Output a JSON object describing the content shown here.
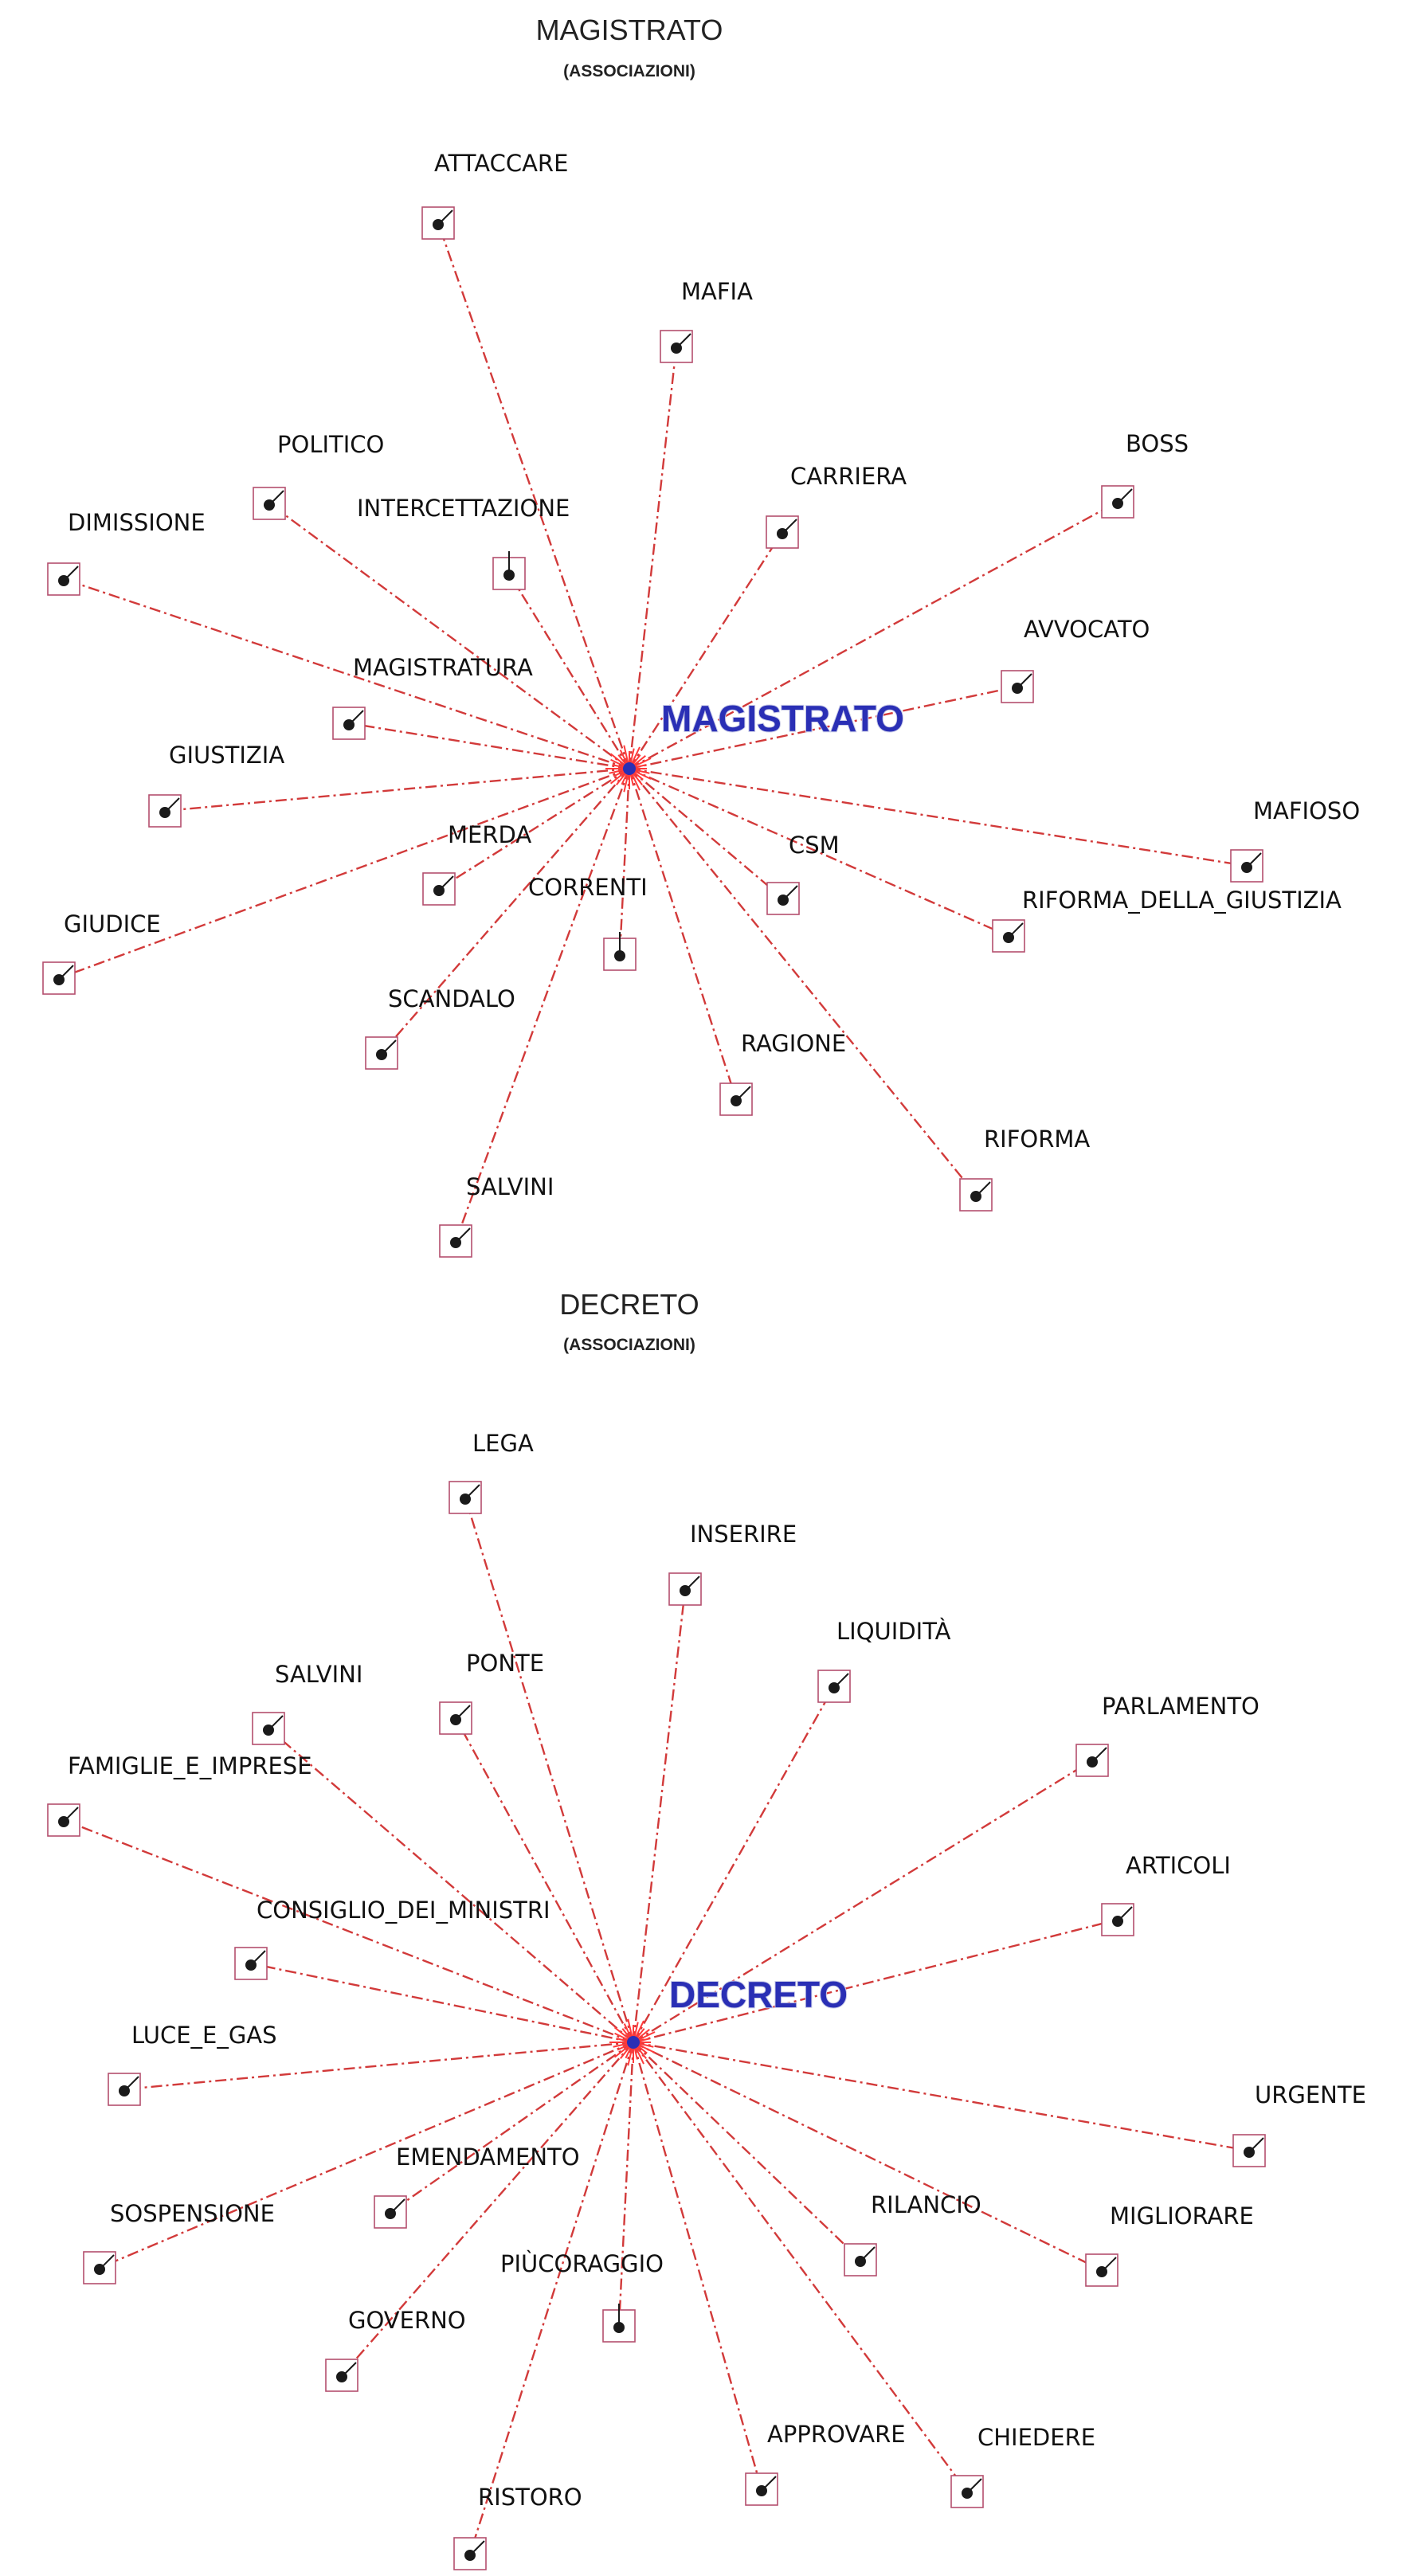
{
  "diagrams": [
    {
      "title": "MAGISTRATO",
      "subtitle": "(ASSOCIAZIONI)",
      "center_label": "MAGISTRATO",
      "nodes": [
        {
          "label": "ATTACCARE"
        },
        {
          "label": "MAFIA"
        },
        {
          "label": "POLITICO"
        },
        {
          "label": "BOSS"
        },
        {
          "label": "CARRIERA"
        },
        {
          "label": "INTERCETTAZIONE"
        },
        {
          "label": "DIMISSIONE"
        },
        {
          "label": "AVVOCATO"
        },
        {
          "label": "MAGISTRATURA"
        },
        {
          "label": "GIUSTIZIA"
        },
        {
          "label": "MAFIOSO"
        },
        {
          "label": "MERDA"
        },
        {
          "label": "CSM"
        },
        {
          "label": "CORRENTI"
        },
        {
          "label": "RIFORMA_DELLA_GIUSTIZIA"
        },
        {
          "label": "GIUDICE"
        },
        {
          "label": "SCANDALO"
        },
        {
          "label": "RAGIONE"
        },
        {
          "label": "RIFORMA"
        },
        {
          "label": "SALVINI"
        }
      ]
    },
    {
      "title": "DECRETO",
      "subtitle": "(ASSOCIAZIONI)",
      "center_label": "DECRETO",
      "nodes": [
        {
          "label": "LEGA"
        },
        {
          "label": "INSERIRE"
        },
        {
          "label": "LIQUIDITÀ"
        },
        {
          "label": "SALVINI"
        },
        {
          "label": "PONTE"
        },
        {
          "label": "PARLAMENTO"
        },
        {
          "label": "FAMIGLIE_E_IMPRESE"
        },
        {
          "label": "ARTICOLI"
        },
        {
          "label": "CONSIGLIO_DEI_MINISTRI"
        },
        {
          "label": "LUCE_E_GAS"
        },
        {
          "label": "URGENTE"
        },
        {
          "label": "EMENDAMENTO"
        },
        {
          "label": "SOSPENSIONE"
        },
        {
          "label": "RILANCIO"
        },
        {
          "label": "MIGLIORARE"
        },
        {
          "label": "PIÙCORAGGIO"
        },
        {
          "label": "GOVERNO"
        },
        {
          "label": "APPROVARE"
        },
        {
          "label": "CHIEDERE"
        },
        {
          "label": "RISTORO"
        }
      ]
    }
  ]
}
